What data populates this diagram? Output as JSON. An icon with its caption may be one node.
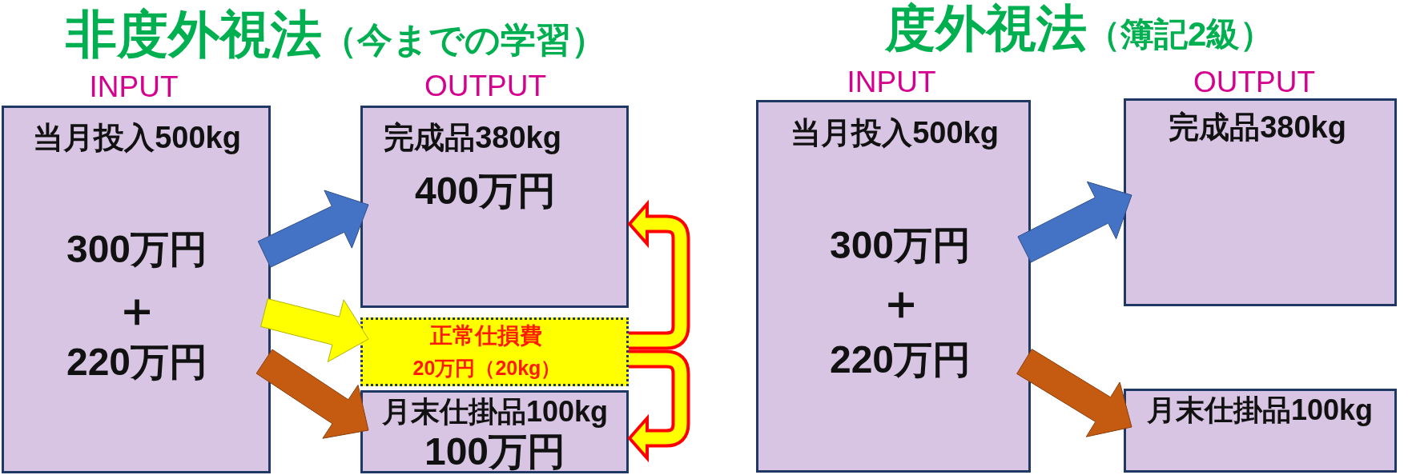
{
  "diagram": {
    "nodes": [
      {
        "text": [
          "当月投入500kg",
          "300万円",
          "＋",
          "220万円"
        ]
      },
      {
        "text": [
          "完成品380kg",
          "400万円"
        ]
      },
      {
        "text": [
          "正常仕損費",
          "20万円（20kg）"
        ]
      },
      {
        "text": [
          "月末仕掛品100kg",
          "100万円"
        ]
      },
      {
        "text": [
          "当月投入500kg",
          "300万円",
          "＋",
          "220万円"
        ]
      },
      {
        "text": [
          "完成品380kg"
        ]
      },
      {
        "text": [
          "月末仕掛品100kg"
        ]
      }
    ],
    "edges": [
      {
        "from": 0,
        "to": 1,
        "arrow": "to",
        "color": "#4472c4"
      },
      {
        "from": 0,
        "to": 2,
        "arrow": "to",
        "color": "#ffff00"
      },
      {
        "from": 0,
        "to": 3,
        "arrow": "to",
        "color": "#c55a11"
      },
      {
        "from": 2,
        "to": 1,
        "arrow": "to",
        "color": "#ffff00"
      },
      {
        "from": 2,
        "to": 3,
        "arrow": "to",
        "color": "#ffff00"
      },
      {
        "from": 4,
        "to": 5,
        "arrow": "to",
        "color": "#4472c4"
      },
      {
        "from": 4,
        "to": 6,
        "arrow": "to",
        "color": "#c55a11"
      }
    ],
    "labels": [
      "非度外視法",
      "（今までの学習）",
      "INPUT",
      "OUTPUT",
      "度外視法",
      "（簿記2級）",
      "INPUT",
      "OUTPUT"
    ]
  }
}
